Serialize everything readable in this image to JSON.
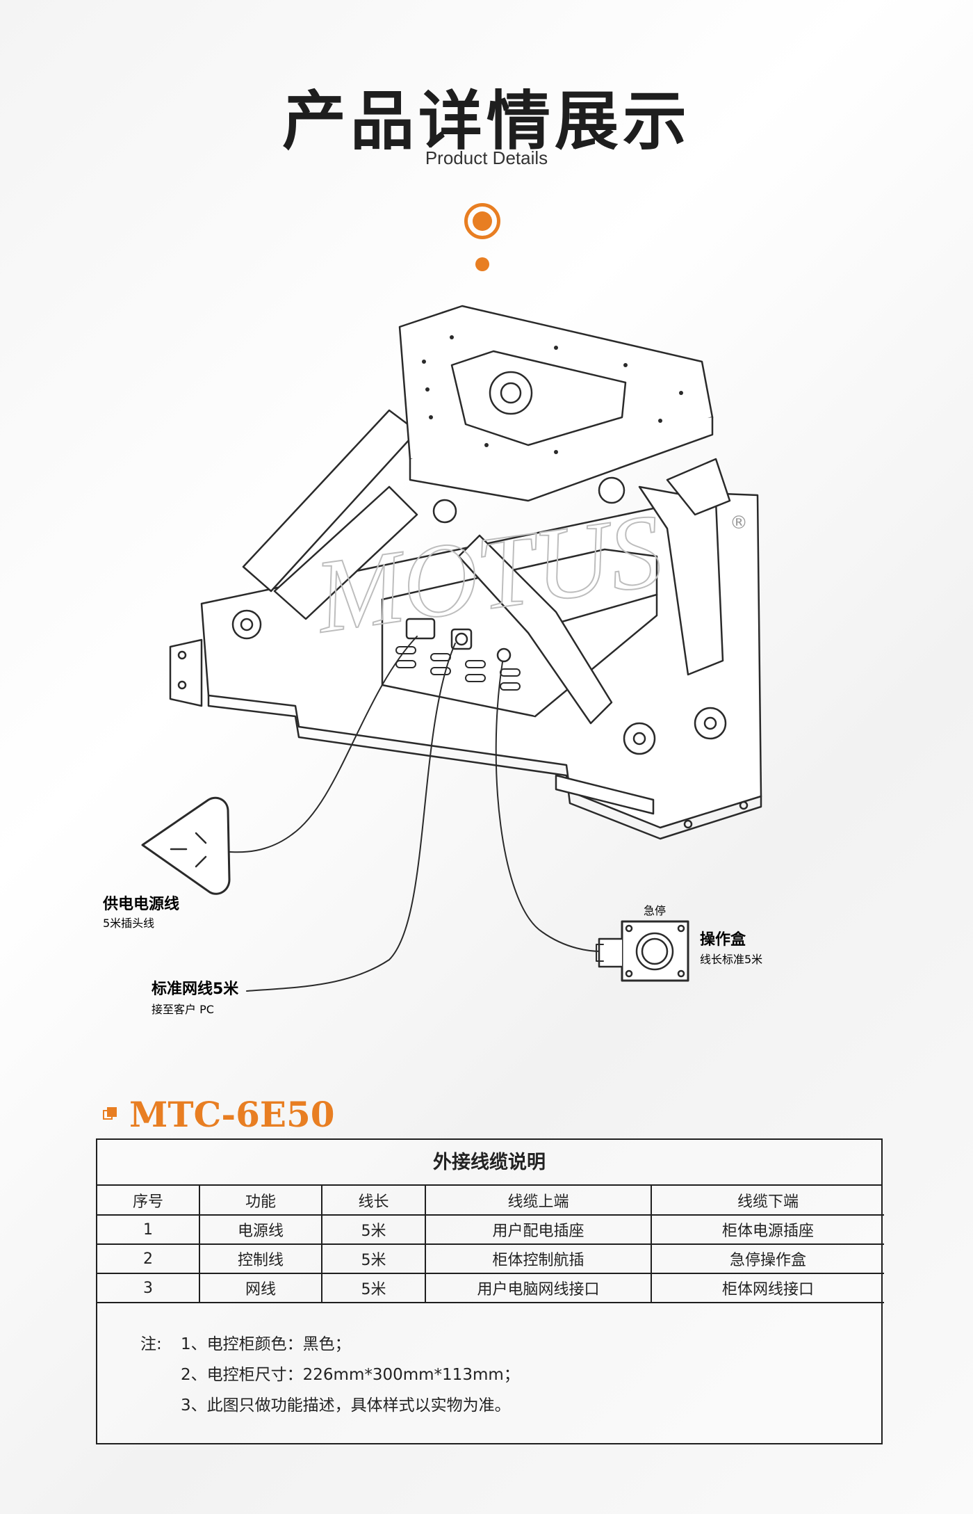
{
  "header": {
    "title": "产品详情展示",
    "subtitle": "Product Details"
  },
  "diagram": {
    "watermark": "MOTUS",
    "watermark_mark": "®",
    "power_label": "供电电源线",
    "power_sub": "5米插头线",
    "network_label": "标准网线5米",
    "network_sub": "接至客户 PC",
    "estop_label": "急停",
    "opbox_label": "操作盒",
    "opbox_sub": "线长标准5米"
  },
  "model": "MTC-6E50",
  "table": {
    "title": "外接线缆说明",
    "headers": [
      "序号",
      "功能",
      "线长",
      "线缆上端",
      "线缆下端"
    ],
    "rows": [
      [
        "1",
        "电源线",
        "5米",
        "用户配电插座",
        "柜体电源插座"
      ],
      [
        "2",
        "控制线",
        "5米",
        "柜体控制航插",
        "急停操作盒"
      ],
      [
        "3",
        "网线",
        "5米",
        "用户电脑网线接口",
        "柜体网线接口"
      ]
    ],
    "notes_prefix": "注:",
    "notes": [
      "1、电控柜颜色：黑色；",
      "2、电控柜尺寸：226mm*300mm*113mm；",
      "3、此图只做功能描述，具体样式以实物为准。"
    ]
  },
  "colors": {
    "accent": "#e87e22",
    "text": "#1e1e1e",
    "line": "#1f1f1f"
  }
}
